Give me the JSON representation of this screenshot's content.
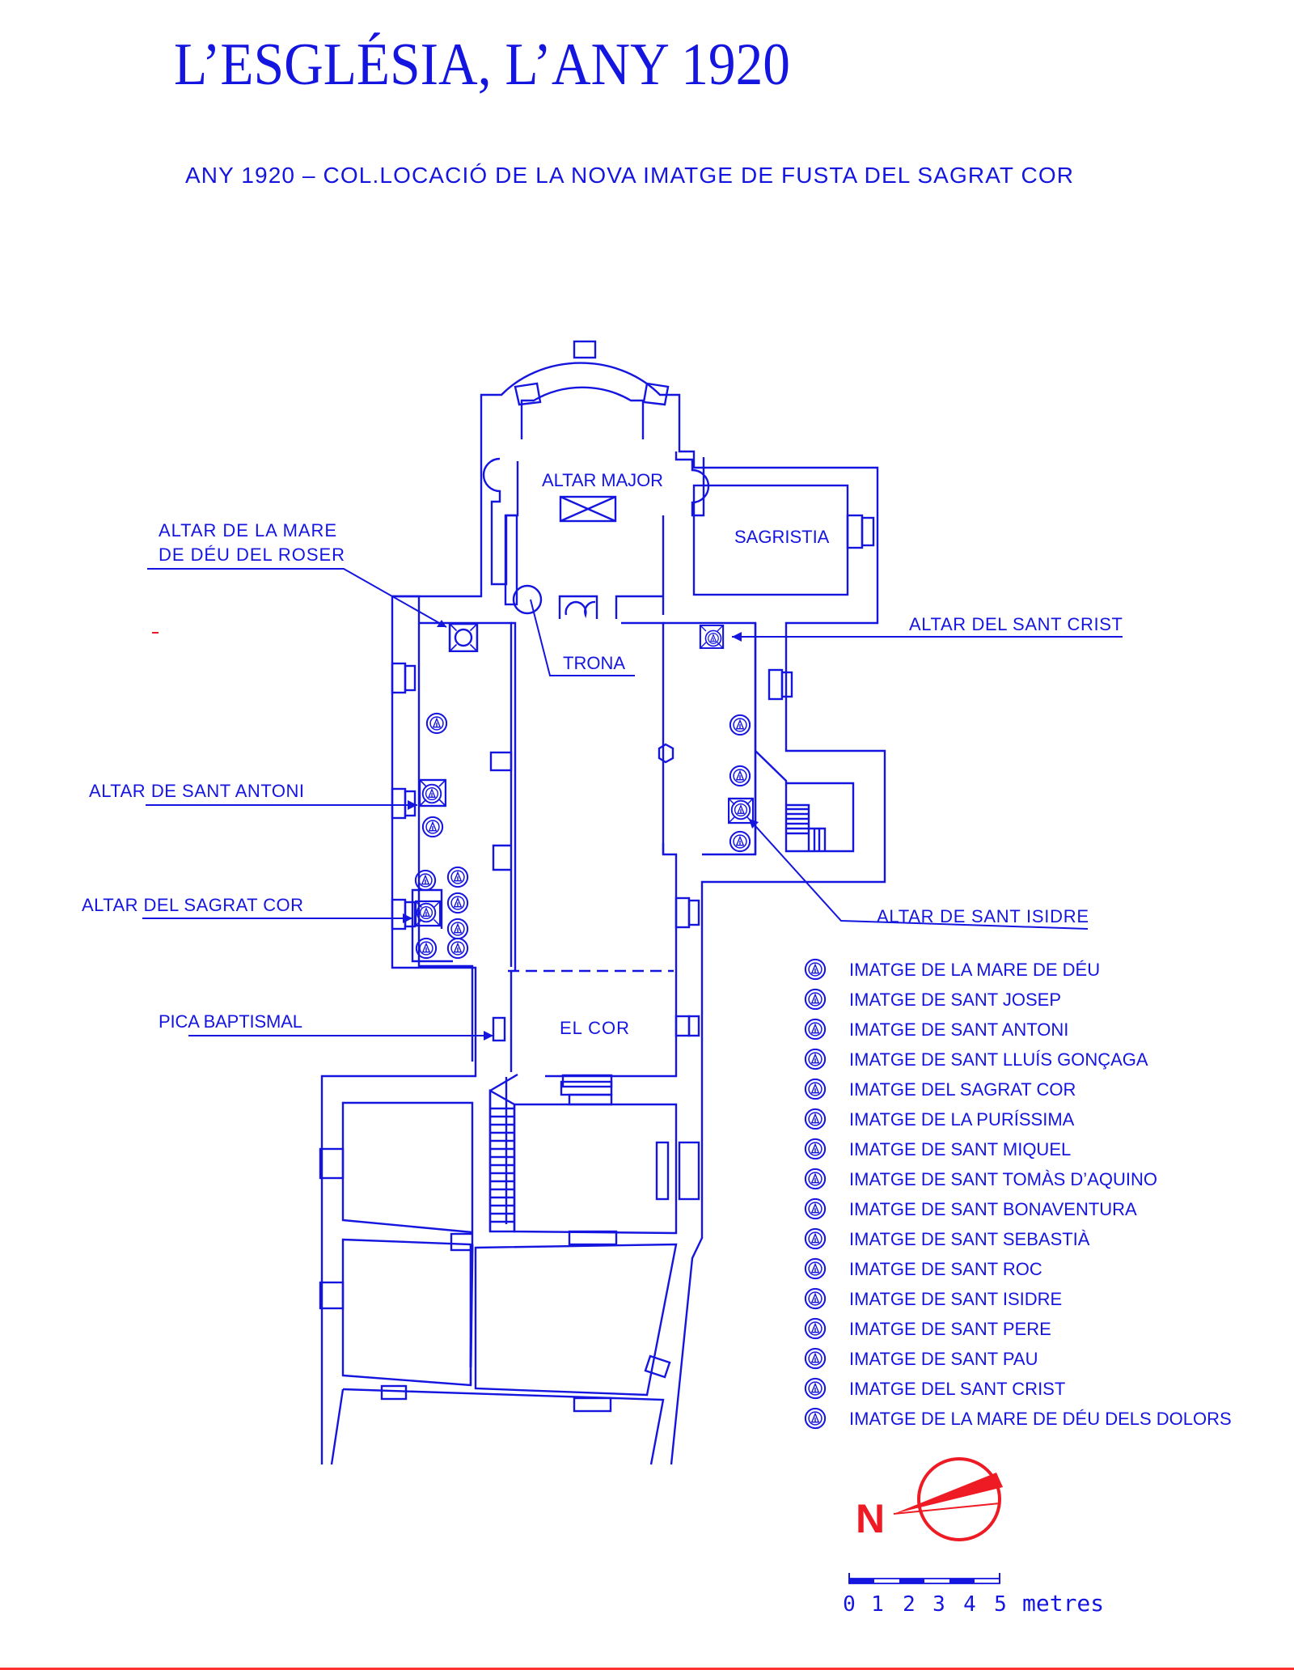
{
  "title": "L’ESGLÉSIA, L’ANY 1920",
  "subtitle": "ANY 1920 – COL.LOCACIÓ DE LA NOVA IMATGE DE FUSTA DEL SAGRAT COR",
  "rooms": {
    "altar_major": "ALTAR MAJOR",
    "sagristia": "SAGRISTIA",
    "trona": "TRONA",
    "el_cor": "EL COR"
  },
  "callouts": {
    "roser_line1": "ALTAR DE LA MARE",
    "roser_line2": "DE DÉU DEL ROSER",
    "sant_crist": "ALTAR DEL SANT CRIST",
    "sant_antoni": "ALTAR DE SANT ANTONI",
    "sagrat_cor": "ALTAR DEL SAGRAT COR",
    "sant_isidre": "ALTAR DE SANT ISIDRE",
    "pica": "PICA BAPTISMAL"
  },
  "legend": [
    "IMATGE DE LA MARE DE DÉU",
    "IMATGE DE SANT JOSEP",
    "IMATGE DE SANT ANTONI",
    "IMATGE DE SANT LLUÍS GONÇAGA",
    "IMATGE DEL SAGRAT COR",
    "IMATGE DE LA PURÍSSIMA",
    "IMATGE DE SANT MIQUEL",
    "IMATGE DE SANT TOMÀS D’AQUINO",
    "IMATGE DE SANT BONAVENTURA",
    "IMATGE DE SANT SEBASTIÀ",
    "IMATGE DE SANT ROC",
    "IMATGE DE SANT ISIDRE",
    "IMATGE DE SANT PERE",
    "IMATGE DE SANT PAU",
    "IMATGE DEL SANT CRIST",
    "IMATGE DE LA MARE DE DÉU DELS DOLORS"
  ],
  "compass": {
    "label": "N"
  },
  "scale": {
    "ticks": [
      "0",
      "1",
      "2",
      "3",
      "4",
      "5"
    ],
    "unit": "metres"
  },
  "colors": {
    "line": "#1515e0",
    "accent": "#ee1b24"
  }
}
